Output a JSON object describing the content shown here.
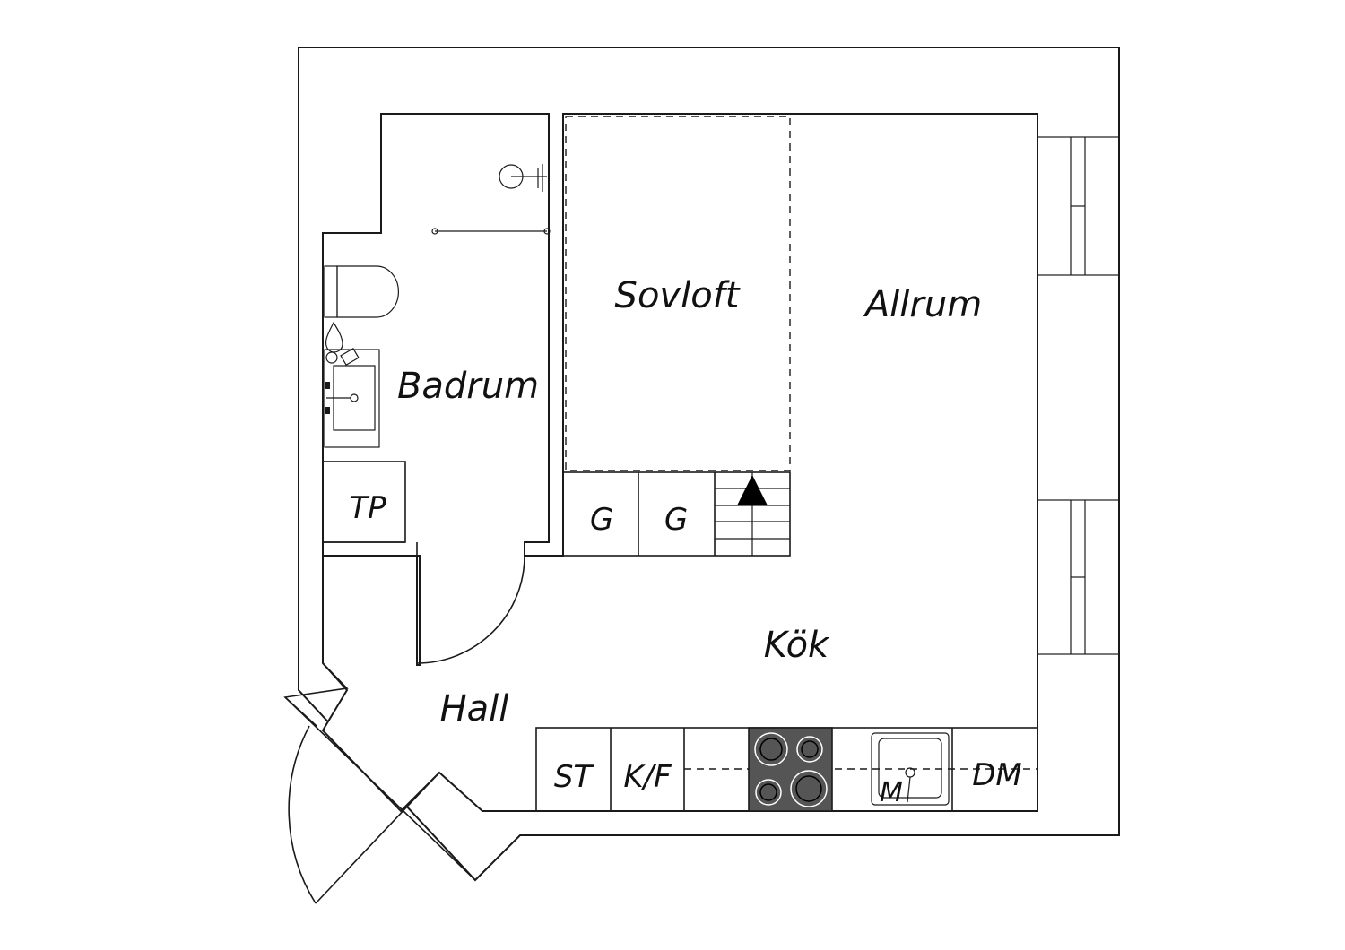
{
  "rooms": {
    "sovloft": "Sovloft",
    "allrum": "Allrum",
    "badrum": "Badrum",
    "kok": "Kök",
    "hall": "Hall"
  },
  "fixtures": {
    "tp": "TP",
    "g1": "G",
    "g2": "G",
    "st": "ST",
    "kf": "K/F",
    "m": "M",
    "dm": "DM"
  },
  "colors": {
    "stroke": "#1a1a1a",
    "stove": "#555555",
    "background": "#ffffff"
  }
}
